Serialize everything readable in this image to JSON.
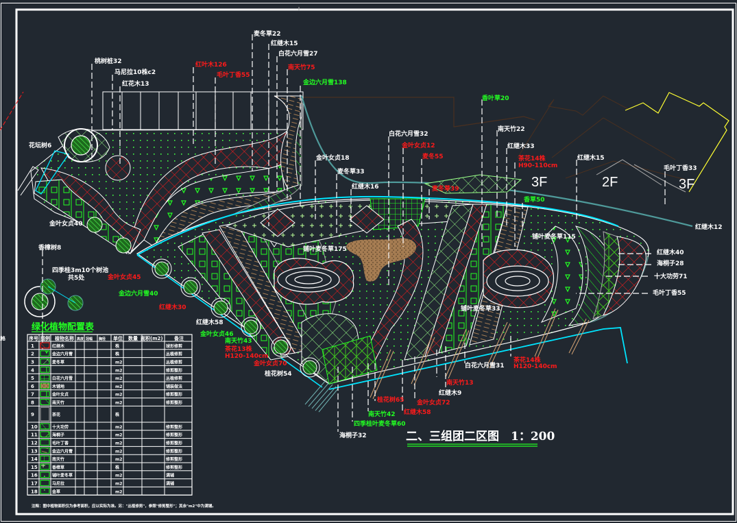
{
  "drawing": {
    "title": "二、三组团二区图　1：200",
    "background_color": "#212830",
    "colors": {
      "frame": "#ffffff",
      "plant_green": "#22ff22",
      "hatch_red": "#ff1a1a",
      "path_cyan": "#00e5ff",
      "wood_brown": "#a57c52",
      "building_yellow": "#ffff33",
      "building_brown": "#4a3020",
      "light_green": "#99ff88"
    },
    "building_floors": [
      "3F",
      "2F",
      "3F"
    ],
    "area_labels": [
      {
        "text": "铺叶麦冬草175",
        "color": "white"
      },
      {
        "text": "铺叶麦冬草115",
        "color": "white"
      },
      {
        "text": "铺叶麦冬草33",
        "color": "white"
      }
    ],
    "callouts": [
      {
        "text": "桃树桩32",
        "color": "white"
      },
      {
        "text": "马尼拉10株c2",
        "color": "white"
      },
      {
        "text": "红花木13",
        "color": "white"
      },
      {
        "text": "红叶木126",
        "color": "red"
      },
      {
        "text": "毛叶丁香55",
        "color": "red"
      },
      {
        "text": "麦冬草22",
        "color": "white"
      },
      {
        "text": "红继木15",
        "color": "white"
      },
      {
        "text": "白花六月雪27",
        "color": "white"
      },
      {
        "text": "南天竹75",
        "color": "red"
      },
      {
        "text": "金边六月雪138",
        "color": "green"
      },
      {
        "text": "花坛树6",
        "color": "white"
      },
      {
        "text": "金叶女贞40",
        "color": "white"
      },
      {
        "text": "香樟树8",
        "color": "white"
      },
      {
        "text": "四季桂3m10个树池",
        "color": "white"
      },
      {
        "text": "共5处",
        "color": "white"
      },
      {
        "text": "金叶女贞45",
        "color": "red"
      },
      {
        "text": "金边六月雪40",
        "color": "green"
      },
      {
        "text": "红继木30",
        "color": "red"
      },
      {
        "text": "红继木58",
        "color": "white"
      },
      {
        "text": "金叶女贞46",
        "color": "green"
      },
      {
        "text": "南天竹43",
        "color": "green"
      },
      {
        "text": "茶花13株",
        "color": "red"
      },
      {
        "text": "H120-140cm",
        "color": "red"
      },
      {
        "text": "金叶女贞70",
        "color": "red"
      },
      {
        "text": "桂花树54",
        "color": "white"
      },
      {
        "text": "金叶女贞18",
        "color": "white"
      },
      {
        "text": "麦冬草33",
        "color": "white"
      },
      {
        "text": "红继木16",
        "color": "white"
      },
      {
        "text": "白花六月雪32",
        "color": "white"
      },
      {
        "text": "金叶女贞12",
        "color": "red"
      },
      {
        "text": "麦冬55",
        "color": "red"
      },
      {
        "text": "麦冬草39",
        "color": "red"
      },
      {
        "text": "香叶草20",
        "color": "green"
      },
      {
        "text": "南天竹22",
        "color": "white"
      },
      {
        "text": "红继木33",
        "color": "white"
      },
      {
        "text": "茶花14株",
        "color": "red"
      },
      {
        "text": "H90-110cm",
        "color": "red"
      },
      {
        "text": "红继木15",
        "color": "white"
      },
      {
        "text": "毛叶丁香33",
        "color": "white"
      },
      {
        "text": "香草50",
        "color": "green"
      },
      {
        "text": "红继木12",
        "color": "white"
      },
      {
        "text": "红继木40",
        "color": "white"
      },
      {
        "text": "海桐子28",
        "color": "white"
      },
      {
        "text": "十大功劳71",
        "color": "white"
      },
      {
        "text": "毛叶丁香55",
        "color": "white"
      },
      {
        "text": "白花六月雪31",
        "color": "white"
      },
      {
        "text": "茶花14株",
        "color": "red"
      },
      {
        "text": "H120-140cm",
        "color": "red"
      },
      {
        "text": "南天竹13",
        "color": "red"
      },
      {
        "text": "红继木9",
        "color": "white"
      },
      {
        "text": "金叶女贞72",
        "color": "red"
      },
      {
        "text": "桂花树65",
        "color": "red"
      },
      {
        "text": "红继木58",
        "color": "red"
      },
      {
        "text": "南天竹42",
        "color": "green"
      },
      {
        "text": "四季桂叶麦冬草60",
        "color": "green"
      },
      {
        "text": "海桐子32",
        "color": "white"
      }
    ],
    "legend_table": {
      "title": "绿化植物配置表",
      "headers": [
        "序号",
        "图例",
        "植物名称",
        "规格",
        "",
        "",
        "单位",
        "数量",
        "面积(m2)",
        "备注"
      ],
      "sub_headers": [
        "高度",
        "冠幅",
        "胸径"
      ],
      "rows": [
        {
          "no": "1",
          "name": "红继木",
          "unit": "株",
          "note": "球形修剪"
        },
        {
          "no": "2",
          "name": "金边六月雪",
          "unit": "株",
          "note": "丛植修剪"
        },
        {
          "no": "3",
          "name": "麦冬草",
          "unit": "m2",
          "note": "丛植修剪"
        },
        {
          "no": "4",
          "name": "",
          "unit": "m2",
          "note": "修剪整形"
        },
        {
          "no": "5",
          "name": "白花六月雪",
          "unit": "m2",
          "note": "丛植修剪"
        },
        {
          "no": "6",
          "name": "木铺地",
          "unit": "m2",
          "note": "铺装做法"
        },
        {
          "no": "7",
          "name": "金叶女贞",
          "unit": "m2",
          "note": "修剪整形"
        },
        {
          "no": "8",
          "name": "南天竹",
          "unit": "m2",
          "note": "修剪整形"
        },
        {
          "no": "9",
          "name": "茶花",
          "unit": "株",
          "note": ""
        },
        {
          "no": "10",
          "name": "十大功劳",
          "unit": "m2",
          "note": "修剪整形"
        },
        {
          "no": "11",
          "name": "海桐子",
          "unit": "m2",
          "note": "修剪整形"
        },
        {
          "no": "12",
          "name": "毛叶丁香",
          "unit": "m2",
          "note": "修剪整形"
        },
        {
          "no": "13",
          "name": "金边六月雪",
          "unit": "m2",
          "note": "修剪整形"
        },
        {
          "no": "14",
          "name": "南天竹",
          "unit": "m2",
          "note": "修剪整形"
        },
        {
          "no": "15",
          "name": "香樟草",
          "unit": "株",
          "note": "修剪整形"
        },
        {
          "no": "16",
          "name": "铺叶麦冬草",
          "unit": "m2",
          "note": "满铺"
        },
        {
          "no": "17",
          "name": "马尼拉",
          "unit": "m2",
          "note": "满铺"
        },
        {
          "no": "18",
          "name": "金草",
          "unit": "m2",
          "note": ""
        }
      ],
      "footnote": "注释：图中植物面积仅为参考面积，应以实际为准。另：\"丛植修剪\"，参照\"修剪整形\"；其余\"m2\"中为满铺。"
    }
  }
}
